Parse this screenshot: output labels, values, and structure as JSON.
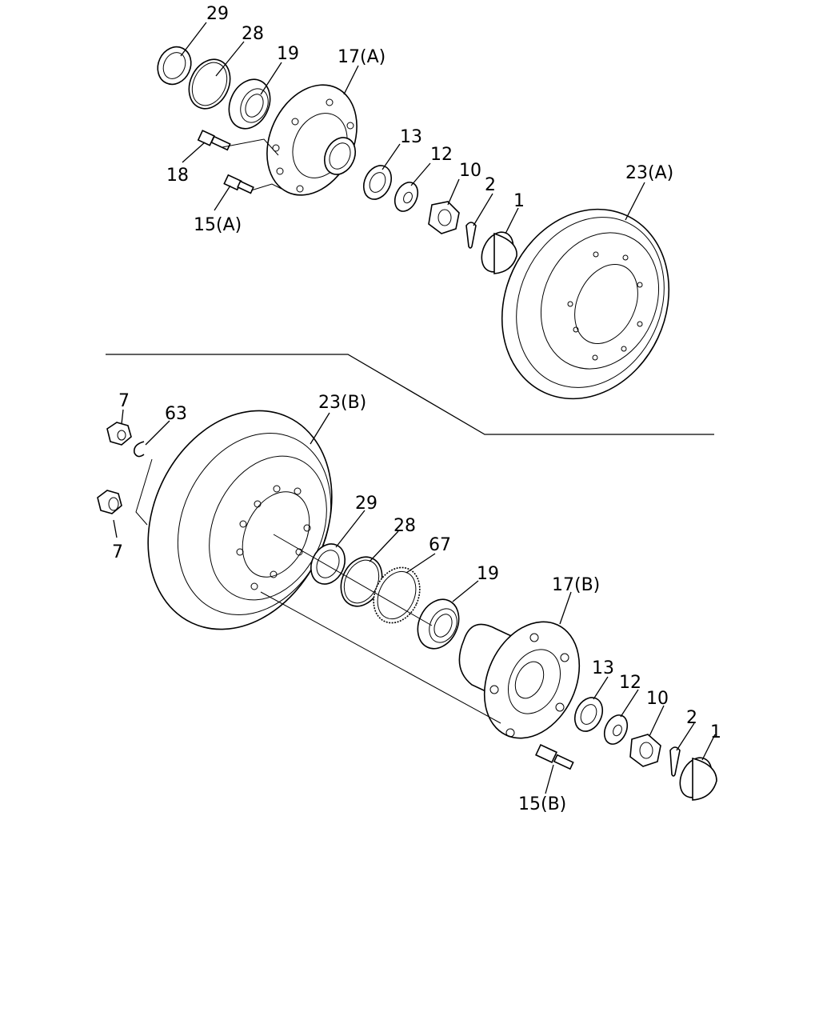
{
  "diagram": {
    "callouts_upper": {
      "c29": "29",
      "c28": "28",
      "c19": "19",
      "c17a": "17(A)",
      "c13": "13",
      "c12": "12",
      "c10": "10",
      "c2": "2",
      "c1": "1",
      "c18": "18",
      "c15a": "15(A)",
      "c23a": "23(A)"
    },
    "callouts_lower": {
      "c7a": "7",
      "c63": "63",
      "c7b": "7",
      "c23b": "23(B)",
      "c29": "29",
      "c28": "28",
      "c67": "67",
      "c19": "19",
      "c17b": "17(B)",
      "c13": "13",
      "c12": "12",
      "c10": "10",
      "c2": "2",
      "c1": "1",
      "c15b": "15(B)"
    }
  }
}
